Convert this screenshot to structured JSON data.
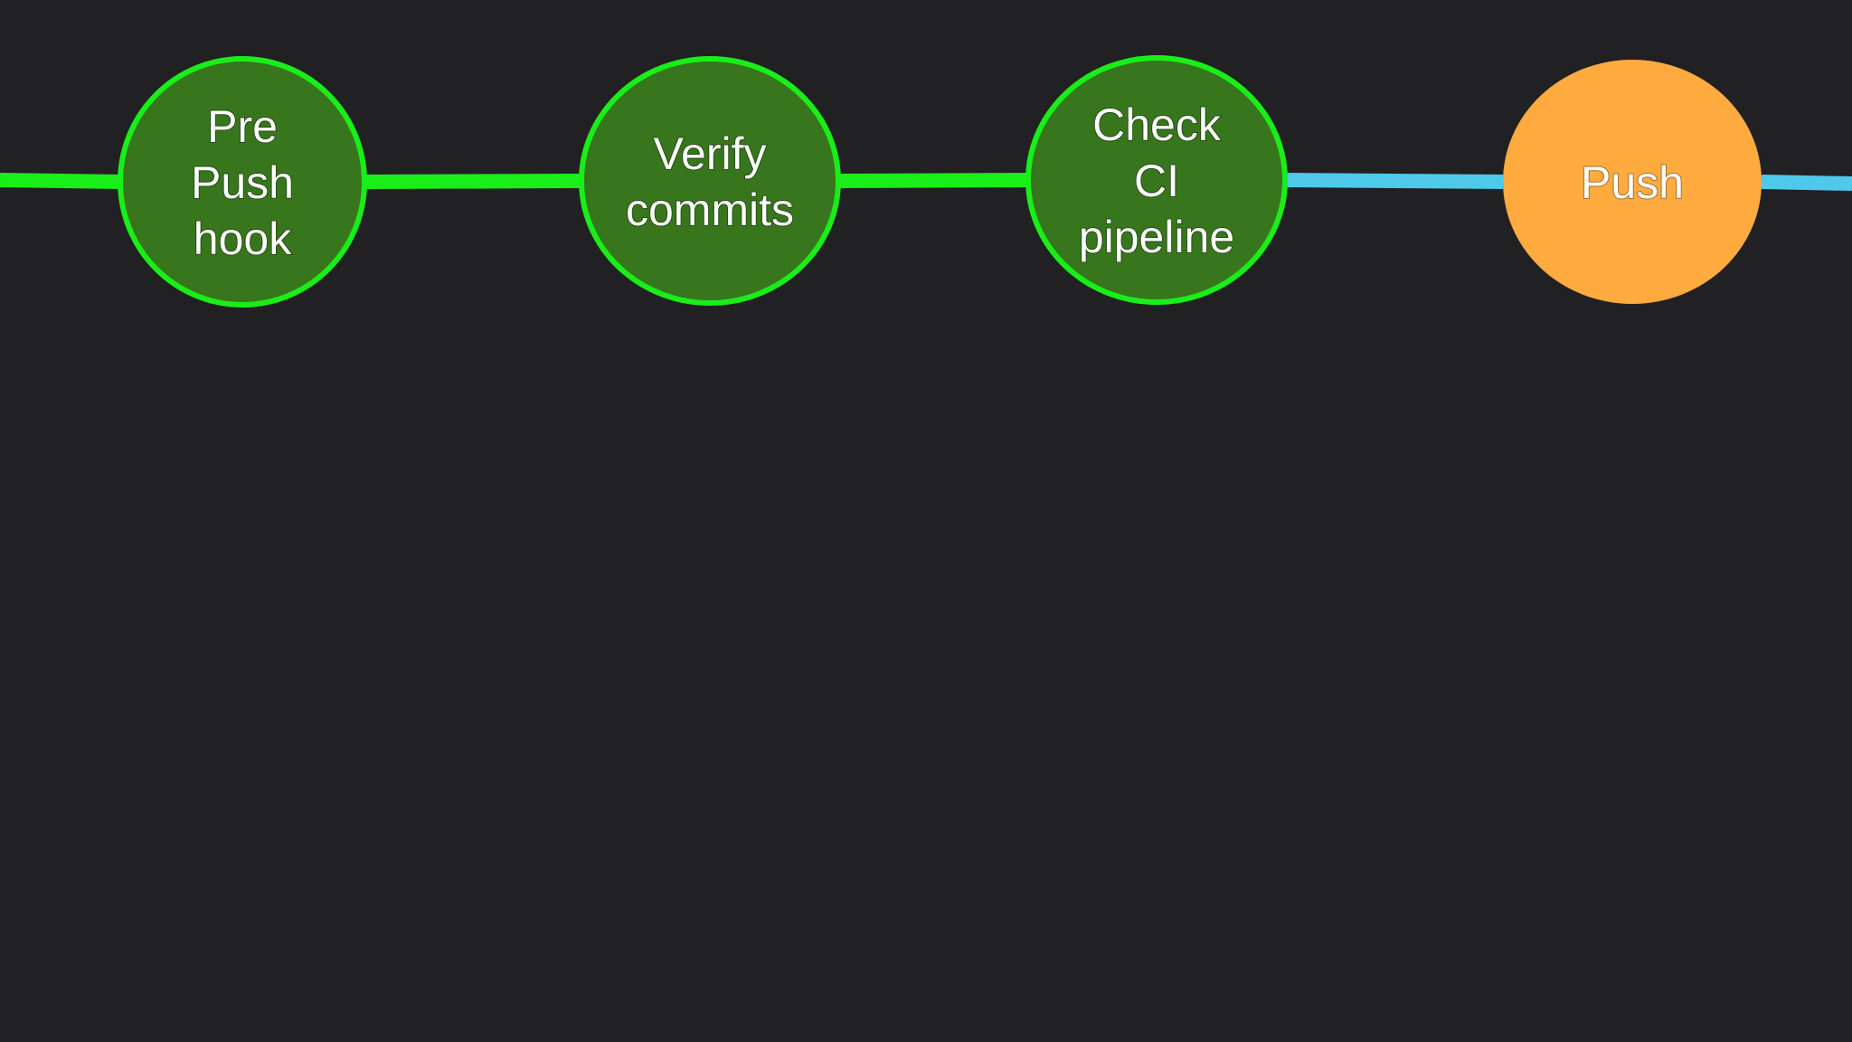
{
  "colors": {
    "background": "#212023",
    "done_fill": "#38761d",
    "done_stroke": "#19ee19",
    "done_line": "#19ee19",
    "pending_fill": "#ffab40",
    "pending_line": "#4ec9ea",
    "text": "#ffffff"
  },
  "nodes": [
    {
      "id": "pre-push-hook",
      "lines": [
        "Pre",
        "Push",
        "hook"
      ],
      "status": "done"
    },
    {
      "id": "verify-commits",
      "lines": [
        "Verify",
        "commits"
      ],
      "status": "done"
    },
    {
      "id": "check-ci-pipeline",
      "lines": [
        "Check",
        "CI",
        "pipeline"
      ],
      "status": "done"
    },
    {
      "id": "push",
      "lines": [
        "Push"
      ],
      "status": "pending"
    }
  ],
  "connectors": [
    {
      "from": "start",
      "to": "pre-push-hook",
      "status": "done"
    },
    {
      "from": "pre-push-hook",
      "to": "verify-commits",
      "status": "done"
    },
    {
      "from": "verify-commits",
      "to": "check-ci-pipeline",
      "status": "done"
    },
    {
      "from": "check-ci-pipeline",
      "to": "push",
      "status": "pending"
    },
    {
      "from": "push",
      "to": "end",
      "status": "pending"
    }
  ]
}
